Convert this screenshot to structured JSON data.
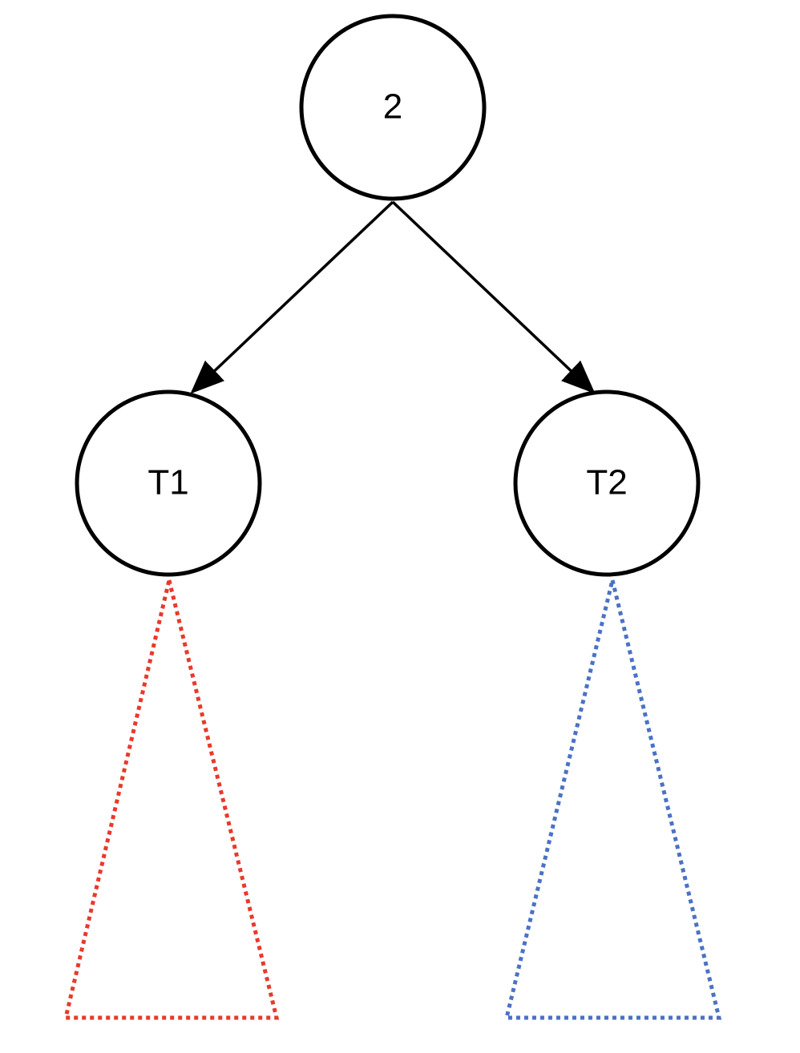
{
  "diagram": {
    "nodes": {
      "root": {
        "label": "2"
      },
      "left": {
        "label": "T1"
      },
      "right": {
        "label": "T2"
      }
    },
    "edges": [
      {
        "from": "root",
        "to": "left",
        "directed": true
      },
      {
        "from": "root",
        "to": "right",
        "directed": true
      }
    ],
    "subtrees": [
      {
        "under": "left",
        "shape": "dotted-triangle",
        "color": "#e8392b"
      },
      {
        "under": "right",
        "shape": "dotted-triangle",
        "color": "#4a72c4"
      }
    ],
    "colors": {
      "stroke": "#000000",
      "background": "#ffffff"
    }
  }
}
